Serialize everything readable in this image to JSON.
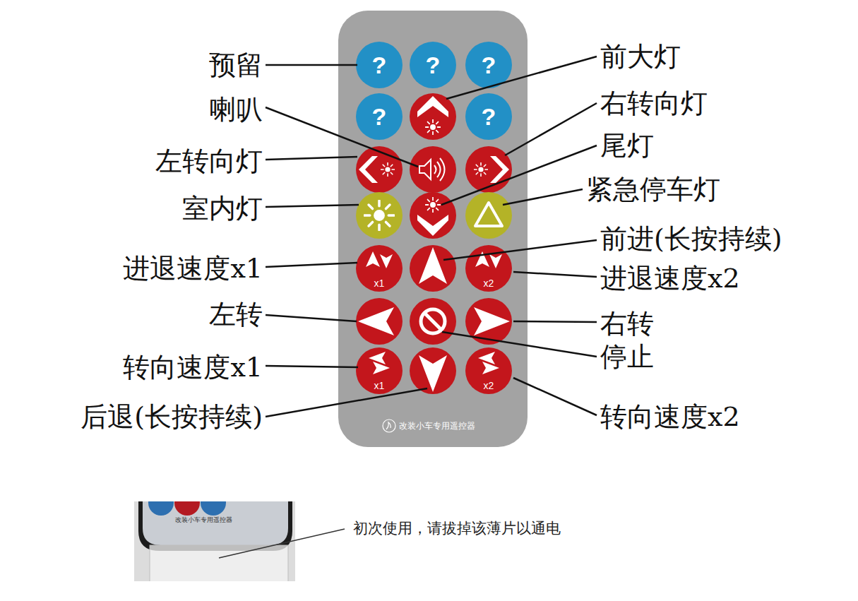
{
  "diagram": {
    "nodes": [
      {
        "text": [
          "改装小车专用遥控器"
        ]
      },
      {
        "text": [
          "?"
        ],
        "in": 0
      },
      {
        "text": [
          "?"
        ],
        "in": 0
      },
      {
        "text": [
          "?"
        ],
        "in": 0
      },
      {
        "text": [
          "?"
        ],
        "in": 0
      },
      {
        "text": [
          "?"
        ],
        "in": 0
      },
      {
        "text": [
          "x1"
        ],
        "in": 0
      },
      {
        "text": [
          "x2"
        ],
        "in": 0
      },
      {
        "text": [
          "x1"
        ],
        "in": 0
      },
      {
        "text": [
          "x2"
        ],
        "in": 0
      }
    ],
    "labels": [
      "预留",
      "前大灯",
      "喇叭",
      "右转向灯",
      "左转向灯",
      "尾灯",
      "室内灯",
      "紧急停车灯",
      "前进(长按持续)",
      "进退速度x1",
      "进退速度x2",
      "左转",
      "右转",
      "停止",
      "转向速度x1",
      "后退(长按持续)",
      "转向速度x2",
      "改装小车专用遥控器",
      "初次使用，请拔掉该薄片以通电"
    ]
  }
}
